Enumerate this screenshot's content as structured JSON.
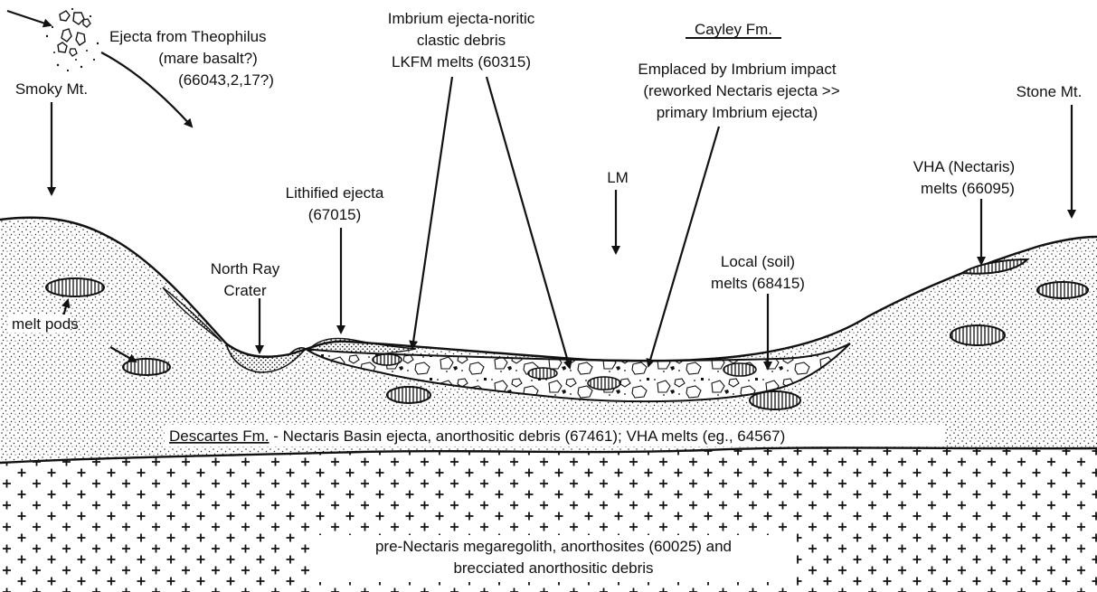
{
  "labels": {
    "theophilus_1": "Ejecta from Theophilus",
    "theophilus_2": "(mare basalt?)",
    "theophilus_3": "(66043,2,17?)",
    "imbrium_1": "Imbrium ejecta-noritic",
    "imbrium_2": "clastic debris",
    "imbrium_3": "LKFM melts (60315)",
    "cayley_title": "Cayley Fm.",
    "cayley_1": "Emplaced by Imbrium impact",
    "cayley_2": "(reworked Nectaris ejecta >>",
    "cayley_3": "primary Imbrium ejecta)",
    "smoky": "Smoky Mt.",
    "stone": "Stone Mt.",
    "vha_1": "VHA (Nectaris)",
    "vha_2": "melts (66095)",
    "lm": "LM",
    "lithified_1": "Lithified ejecta",
    "lithified_2": "(67015)",
    "northray_1": "North Ray",
    "northray_2": "Crater",
    "local_1": "Local (soil)",
    "local_2": "melts (68415)",
    "meltpods": "melt pods",
    "descartes_title": "Descartes Fm.",
    "descartes_rest": " - Nectaris Basin ejecta, anorthositic debris (67461); VHA melts (eg., 64567)",
    "prenectaris_1": "pre-Nectaris megaregolith, anorthosites (60025) and",
    "prenectaris_2": "brecciated anorthositic debris"
  }
}
